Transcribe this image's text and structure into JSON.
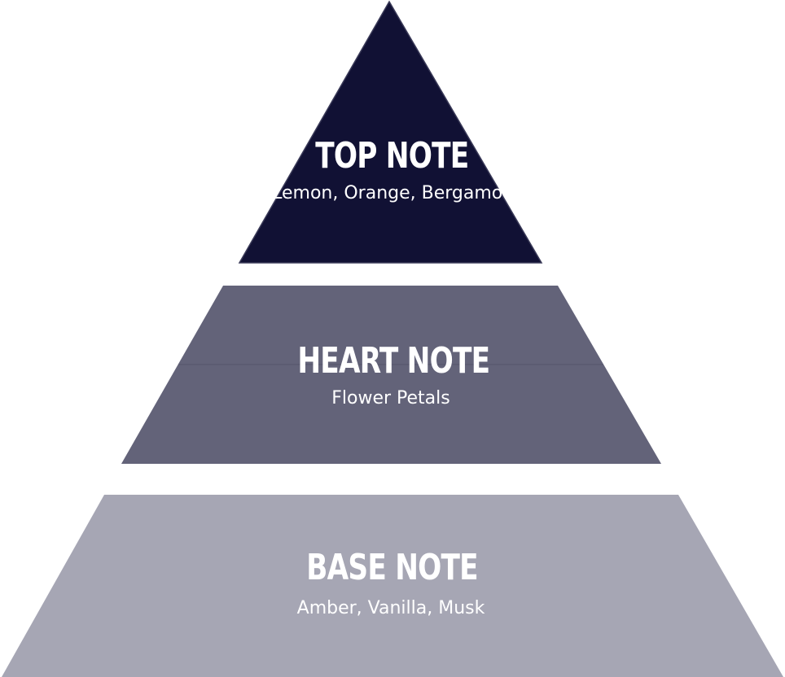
{
  "colors": {
    "top_tier": "#111134",
    "heart_tier": "#636379",
    "base_tier": "#a6a6b4",
    "text": "#ffffff"
  },
  "tiers": [
    {
      "title": "TOP NOTE",
      "ingredients": "Lemon, Orange, Bergamot"
    },
    {
      "title": "HEART NOTE",
      "ingredients": "Flower Petals"
    },
    {
      "title": "BASE NOTE",
      "ingredients": "Amber, Vanilla, Musk"
    }
  ]
}
